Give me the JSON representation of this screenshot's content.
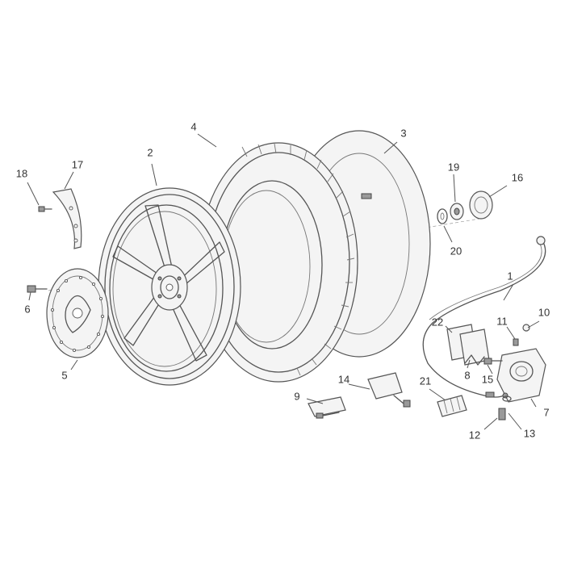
{
  "diagram": {
    "callouts": [
      {
        "id": "1",
        "label": "1"
      },
      {
        "id": "2",
        "label": "2"
      },
      {
        "id": "3",
        "label": "3"
      },
      {
        "id": "4",
        "label": "4"
      },
      {
        "id": "5",
        "label": "5"
      },
      {
        "id": "6",
        "label": "6"
      },
      {
        "id": "7",
        "label": "7"
      },
      {
        "id": "8",
        "label": "8"
      },
      {
        "id": "9",
        "label": "9"
      },
      {
        "id": "10",
        "label": "10"
      },
      {
        "id": "11",
        "label": "11"
      },
      {
        "id": "12",
        "label": "12"
      },
      {
        "id": "13",
        "label": "13"
      },
      {
        "id": "14",
        "label": "14"
      },
      {
        "id": "15",
        "label": "15"
      },
      {
        "id": "16",
        "label": "16"
      },
      {
        "id": "17",
        "label": "17"
      },
      {
        "id": "18",
        "label": "18"
      },
      {
        "id": "19",
        "label": "19"
      },
      {
        "id": "20",
        "label": "20"
      },
      {
        "id": "21",
        "label": "21"
      },
      {
        "id": "22",
        "label": "22"
      }
    ],
    "colors": {
      "line": "#555555",
      "background": "#ffffff"
    }
  }
}
